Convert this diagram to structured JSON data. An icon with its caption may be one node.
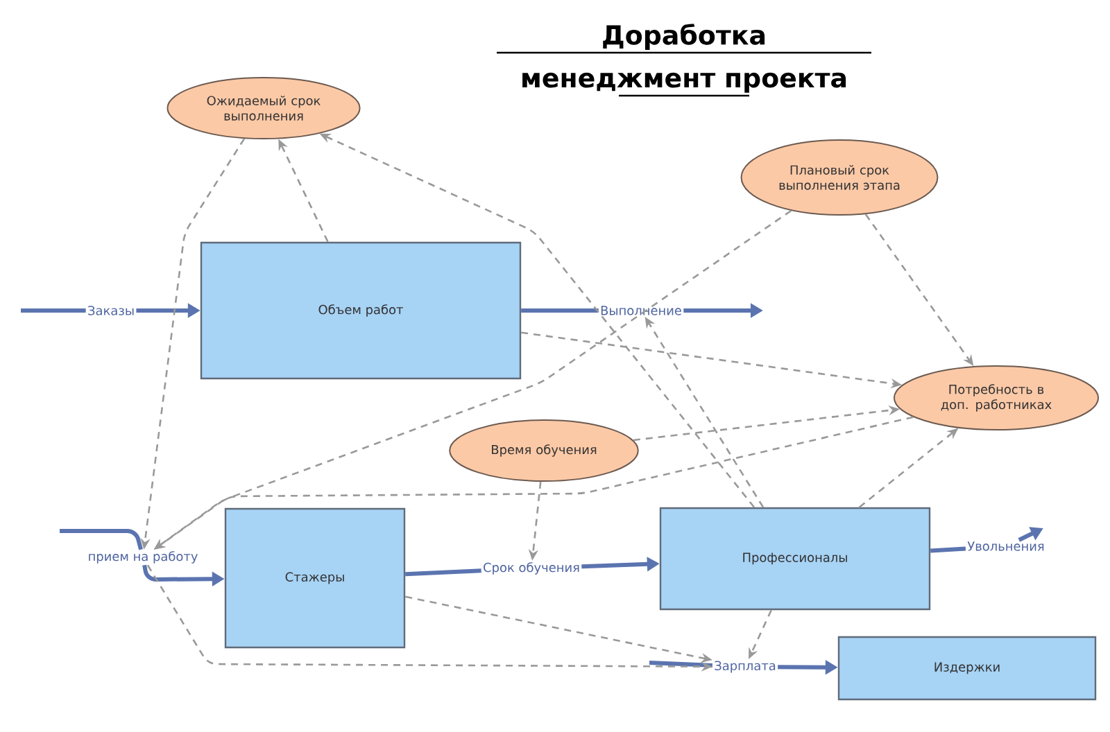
{
  "diagram": {
    "title": "Доработка менеджмент проекта",
    "nodes": [
      {
        "text": [
          "Ожидаемый срок выполнения"
        ]
      },
      {
        "text": [
          "Плановый срок выполнения этапа"
        ]
      },
      {
        "text": [
          "Объем работ"
        ]
      },
      {
        "text": [
          "Заказы"
        ]
      },
      {
        "text": [
          "Выполнение"
        ]
      },
      {
        "text": [
          "Потребность в доп. работниках"
        ]
      },
      {
        "text": [
          "Время обучения"
        ]
      },
      {
        "text": [
          "прием на работу"
        ]
      },
      {
        "text": [
          "Стажеры"
        ]
      },
      {
        "text": [
          "Срок обучения"
        ]
      },
      {
        "text": [
          "Профессионалы"
        ]
      },
      {
        "text": [
          "Увольнения"
        ]
      },
      {
        "text": [
          "Зарплата"
        ]
      },
      {
        "text": [
          "Издержки"
        ]
      }
    ],
    "edges": [
      {
        "from": null,
        "to": 3,
        "arrow": "none",
        "style": "thick",
        "color": "#5b74b0"
      },
      {
        "from": 3,
        "to": 2,
        "arrow": "to",
        "style": "thick",
        "color": "#5b74b0"
      },
      {
        "from": 2,
        "to": 4,
        "arrow": "none",
        "style": "thick",
        "color": "#5b74b0"
      },
      {
        "from": 4,
        "to": null,
        "arrow": "to",
        "style": "thick",
        "color": "#5b74b0"
      },
      {
        "from": null,
        "to": 7,
        "arrow": "none",
        "style": "thick",
        "color": "#5b74b0"
      },
      {
        "from": 7,
        "to": 8,
        "arrow": "to",
        "style": "thick",
        "color": "#5b74b0"
      },
      {
        "from": 8,
        "to": 9,
        "arrow": "none",
        "style": "thick",
        "color": "#5b74b0"
      },
      {
        "from": 9,
        "to": 10,
        "arrow": "to",
        "style": "thick",
        "color": "#5b74b0"
      },
      {
        "from": 10,
        "to": 11,
        "arrow": "none",
        "style": "thick",
        "color": "#5b74b0"
      },
      {
        "from": 11,
        "to": null,
        "arrow": "to",
        "style": "thick",
        "color": "#5b74b0"
      },
      {
        "from": null,
        "to": 12,
        "arrow": "none",
        "style": "thick",
        "color": "#5b74b0"
      },
      {
        "from": 12,
        "to": 13,
        "arrow": "to",
        "style": "thick",
        "color": "#5b74b0"
      },
      {
        "from": 0,
        "to": 7,
        "arrow": "to",
        "style": "dashed"
      },
      {
        "from": 2,
        "to": 0,
        "arrow": "to",
        "style": "dashed"
      },
      {
        "from": 10,
        "to": 0,
        "arrow": "to",
        "style": "dashed"
      },
      {
        "from": 1,
        "to": 7,
        "arrow": "to",
        "style": "dashed"
      },
      {
        "from": 1,
        "to": 5,
        "arrow": "to",
        "style": "dashed"
      },
      {
        "from": 2,
        "to": 5,
        "arrow": "to",
        "style": "dashed"
      },
      {
        "from": 6,
        "to": 5,
        "arrow": "to",
        "style": "dashed"
      },
      {
        "from": 5,
        "to": 7,
        "arrow": "to",
        "style": "dashed"
      },
      {
        "from": 10,
        "to": 5,
        "arrow": "to",
        "style": "dashed"
      },
      {
        "from": 6,
        "to": 9,
        "arrow": "to",
        "style": "dashed"
      },
      {
        "from": 10,
        "to": 4,
        "arrow": "to",
        "style": "dashed"
      },
      {
        "from": 7,
        "to": 12,
        "arrow": "to",
        "style": "dashed"
      },
      {
        "from": 8,
        "to": 12,
        "arrow": "to",
        "style": "dashed"
      },
      {
        "from": 10,
        "to": 12,
        "arrow": "to",
        "style": "dashed"
      }
    ]
  }
}
